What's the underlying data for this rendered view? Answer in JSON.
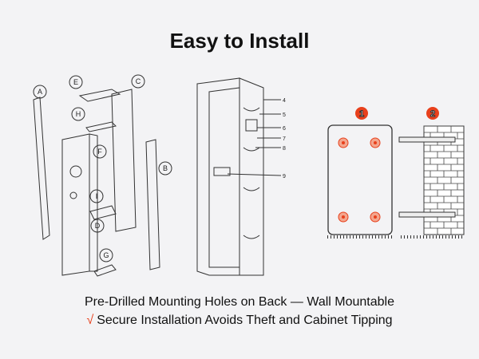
{
  "title": "Easy to Install",
  "caption_line1": "Pre-Drilled Mounting Holes on Back — Wall Mountable",
  "caption_line2": "Secure Installation Avoids Theft and Cabinet Tipping",
  "check_icon": "√",
  "exploded_labels": [
    "A",
    "B",
    "C",
    "D",
    "E",
    "F",
    "G",
    "H",
    "I"
  ],
  "part_numbers": [
    "4",
    "5",
    "6",
    "7",
    "8",
    "9"
  ],
  "steps": [
    "1",
    "2"
  ],
  "accent_color": "#e8401c"
}
